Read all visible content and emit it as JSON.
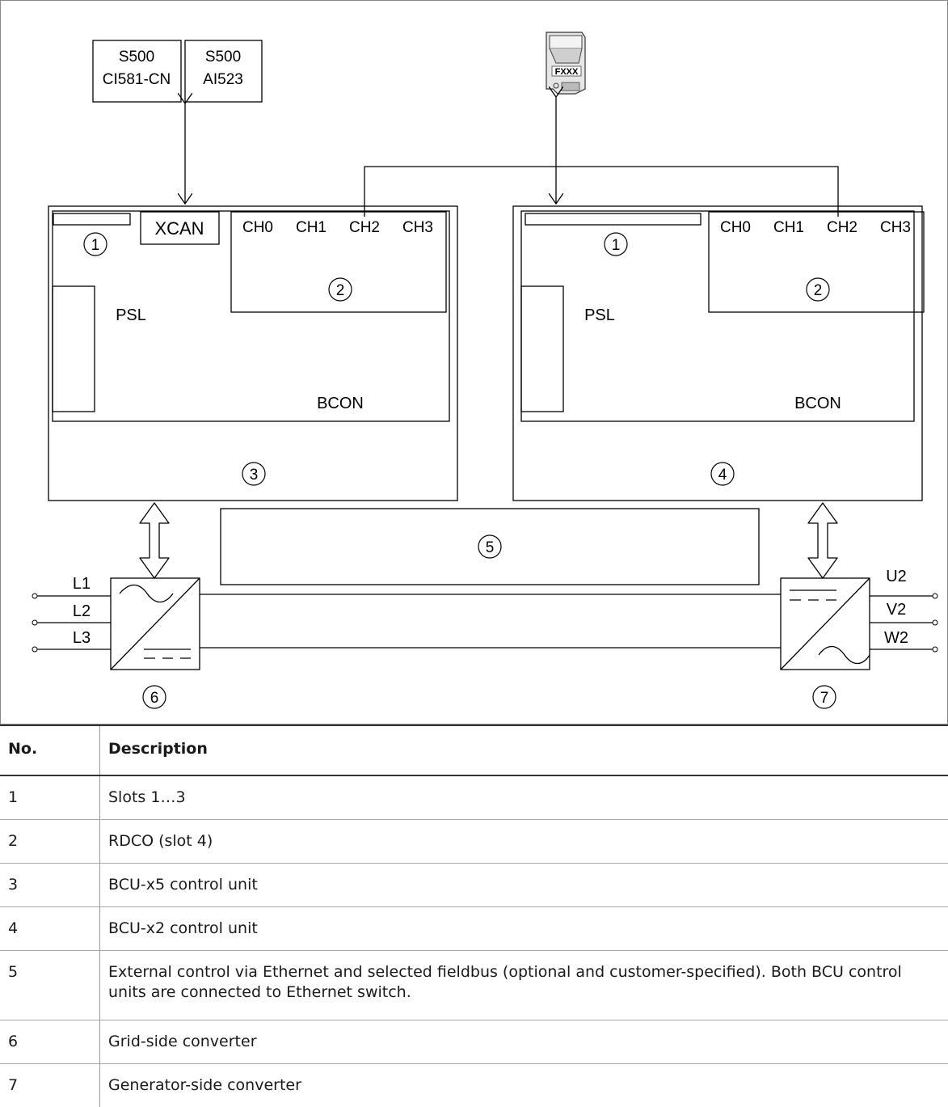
{
  "diagram": {
    "modules": {
      "left": {
        "line1": "S500",
        "line2": "CI581-CN"
      },
      "right": {
        "line1": "S500",
        "line2": "AI523"
      }
    },
    "adapter_label": "FXXX",
    "xcan_label": "XCAN",
    "channels": [
      "CH0",
      "CH1",
      "CH2",
      "CH3"
    ],
    "psl_label": "PSL",
    "bcon_label": "BCON",
    "callouts": [
      "1",
      "2",
      "3",
      "4",
      "5",
      "6",
      "7"
    ],
    "grid_phases": [
      "L1",
      "L2",
      "L3"
    ],
    "generator_phases": [
      "U2",
      "V2",
      "W2"
    ]
  },
  "table": {
    "headers": [
      "No.",
      "Description"
    ],
    "rows": [
      {
        "no": "1",
        "desc": "Slots 1…3"
      },
      {
        "no": "2",
        "desc": "RDCO (slot 4)"
      },
      {
        "no": "3",
        "desc": "BCU-x5 control unit"
      },
      {
        "no": "4",
        "desc": "BCU-x2 control unit"
      },
      {
        "no": "5",
        "desc": "External control via Ethernet and selected fieldbus (optional and customer-specified). Both BCU control units are connected to Ethernet switch."
      },
      {
        "no": "6",
        "desc": "Grid-side converter"
      },
      {
        "no": "7",
        "desc": "Generator-side converter"
      }
    ]
  }
}
